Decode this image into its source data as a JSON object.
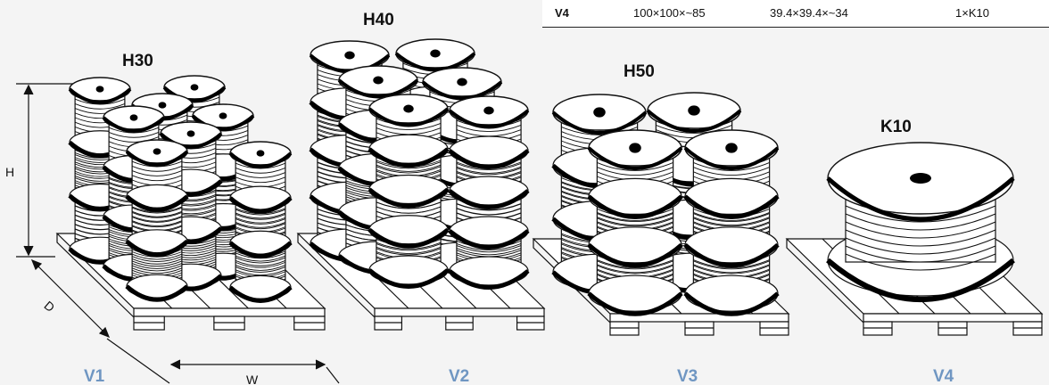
{
  "table_row": {
    "code": "V4",
    "dims_cm": "100×100×~85",
    "dims_in": "39.4×39.4×~34",
    "content": "1×K10"
  },
  "reel_labels": [
    "H30",
    "H40",
    "H50",
    "K10"
  ],
  "pallet_labels": [
    "V1",
    "V2",
    "V3",
    "V4"
  ],
  "dimensions": {
    "height": "H",
    "depth": "D",
    "width": "W"
  },
  "colors": {
    "pallet_label": "#6f96c2",
    "background": "#f4f4f4",
    "line": "#111111"
  }
}
